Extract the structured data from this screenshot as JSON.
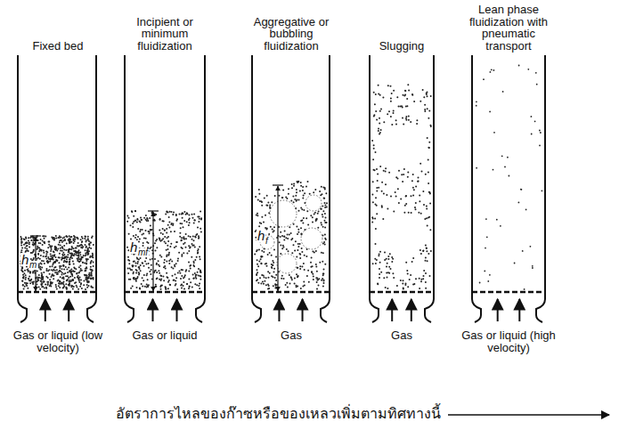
{
  "diagram": {
    "caption": "อัตราการไหลของก๊าซหรือของเหลวเพิ่มตามทิศทางนี้",
    "labels": [
      "Fixed bed",
      "Incipient or minimum fluidization",
      "Aggregative or bubbling fluidization",
      "Slugging",
      "Lean phase fluidization with pneumatic transport",
      "h",
      "m",
      "h",
      "mf",
      "h",
      "f",
      "Gas or liquid (low velocity)",
      "Gas or liquid",
      "Gas",
      "Gas",
      "Gas or liquid (high velocity)"
    ]
  }
}
